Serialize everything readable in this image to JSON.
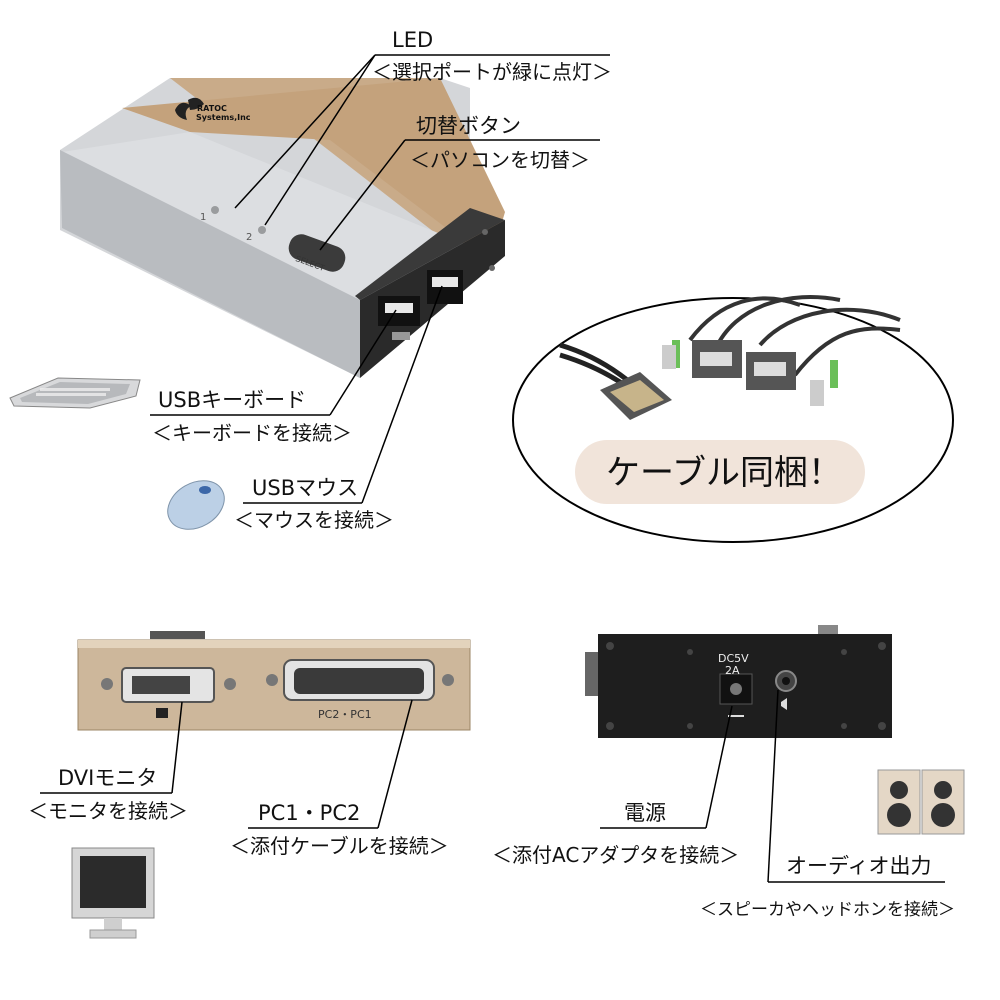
{
  "callouts": {
    "led": {
      "title": "LED",
      "sub": "＜選択ポートが緑に点灯＞"
    },
    "switch": {
      "title": "切替ボタン",
      "sub": "＜パソコンを切替＞"
    },
    "keyboard": {
      "title": "USBキーボード",
      "sub": "＜キーボードを接続＞"
    },
    "mouse": {
      "title": "USBマウス",
      "sub": "＜マウスを接続＞"
    },
    "dvi": {
      "title": "DVIモニタ",
      "sub": "＜モニタを接続＞"
    },
    "pc": {
      "title": "PC1・PC2",
      "sub": "＜添付ケーブルを接続＞"
    },
    "power": {
      "title": "電源",
      "sub": "＜添付ACアダプタを接続＞"
    },
    "audio": {
      "title": "オーディオ出力",
      "sub": "＜スピーカやヘッドホンを接続＞"
    }
  },
  "bubble": {
    "text": "ケーブル同梱！"
  },
  "device_top": {
    "logo_line1": "RATOC",
    "logo_line2": "Systems,Inc",
    "port1": "1",
    "port2": "2",
    "select": "SELECT"
  },
  "rear_panel": {
    "connector_label": "PC2・PC1"
  },
  "power_panel": {
    "rating_line1": "DC5V",
    "rating_line2": "2A"
  },
  "colors": {
    "bubble_fill": "#f1e4da",
    "body_silver": "#cfd2d6",
    "body_gold": "#c9ab8c",
    "panel_dark": "#1e1e1e"
  }
}
